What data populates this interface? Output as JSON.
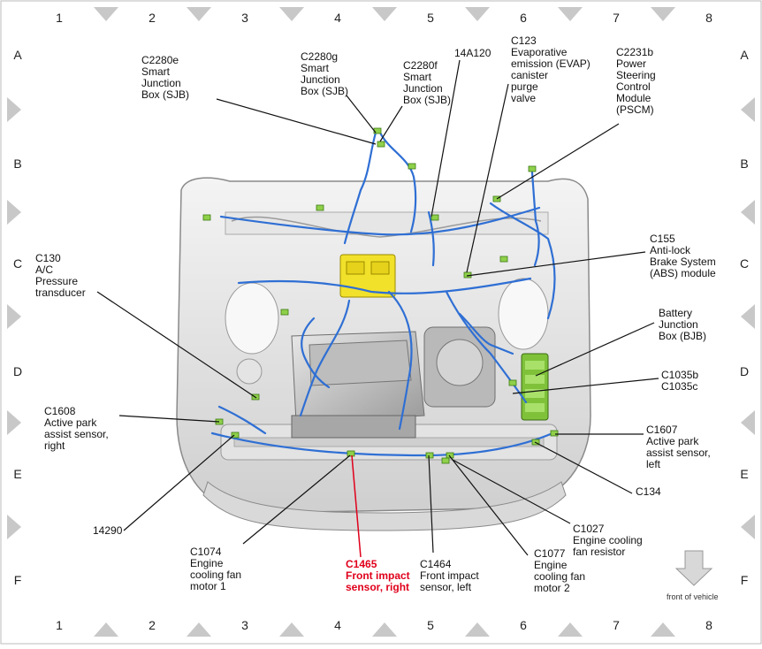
{
  "grid": {
    "columns": [
      "1",
      "2",
      "3",
      "4",
      "5",
      "6",
      "7",
      "8"
    ],
    "rows": [
      "A",
      "B",
      "C",
      "D",
      "E",
      "F"
    ]
  },
  "callouts": [
    {
      "id": "c2280e",
      "lines": [
        "C2280e",
        "Smart",
        "Junction",
        "Box (SJB)"
      ]
    },
    {
      "id": "c2280g",
      "lines": [
        "C2280g",
        "Smart",
        "Junction",
        "Box (SJB)"
      ]
    },
    {
      "id": "c2280f",
      "lines": [
        "C2280f",
        "Smart",
        "Junction",
        "Box (SJB)"
      ]
    },
    {
      "id": "14a120",
      "lines": [
        "14A120"
      ]
    },
    {
      "id": "c123",
      "lines": [
        "C123",
        "Evaporative",
        "emission (EVAP)",
        "canister",
        "purge",
        "valve"
      ]
    },
    {
      "id": "c2231b",
      "lines": [
        "C2231b",
        "Power",
        "Steering",
        "Control",
        "Module",
        "(PSCM)"
      ]
    },
    {
      "id": "c130",
      "lines": [
        "C130",
        "A/C",
        "Pressure",
        "transducer"
      ]
    },
    {
      "id": "c155",
      "lines": [
        "C155",
        "Anti-lock",
        "Brake System",
        "(ABS) module"
      ]
    },
    {
      "id": "bjb",
      "lines": [
        "Battery",
        "Junction",
        "Box (BJB)"
      ]
    },
    {
      "id": "c1035",
      "lines": [
        "C1035b",
        "C1035c"
      ]
    },
    {
      "id": "c1608",
      "lines": [
        "C1608",
        "Active park",
        "assist sensor,",
        "right"
      ]
    },
    {
      "id": "c1607",
      "lines": [
        "C1607",
        "Active park",
        "assist sensor,",
        "left"
      ]
    },
    {
      "id": "c134",
      "lines": [
        "C134"
      ]
    },
    {
      "id": "14290",
      "lines": [
        "14290"
      ]
    },
    {
      "id": "c1074",
      "lines": [
        "C1074",
        "Engine",
        "cooling fan",
        "motor 1"
      ]
    },
    {
      "id": "c1465",
      "lines": [
        "C1465",
        "Front impact",
        "sensor, right"
      ]
    },
    {
      "id": "c1464",
      "lines": [
        "C1464",
        "Front impact",
        "sensor, left"
      ]
    },
    {
      "id": "c1077",
      "lines": [
        "C1077",
        "Engine",
        "cooling fan",
        "motor 2"
      ]
    },
    {
      "id": "c1027",
      "lines": [
        "C1027",
        "Engine cooling",
        "fan resistor"
      ]
    }
  ],
  "front_of_vehicle": "front of vehicle",
  "colors": {
    "harness": "#2f6fd4",
    "connector": "#8fd04a",
    "module": "#f2e12a",
    "highlight": "#e0001b",
    "marker": "#c8c8c8"
  }
}
